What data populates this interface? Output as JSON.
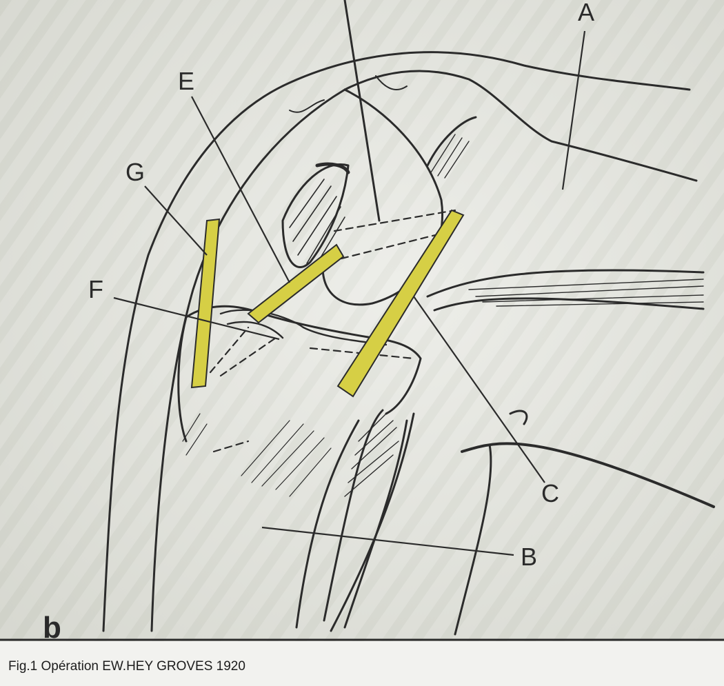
{
  "labels": {
    "a": "A",
    "b": "B",
    "c": "C",
    "e": "E",
    "f": "F",
    "g": "G",
    "panel": "b"
  },
  "caption": "Fig.1 Opération EW.HEY GROVES 1920",
  "colors": {
    "ink": "#2b2b2b",
    "ligament": "#d6cf45",
    "background": "#e6e6e0",
    "paper": "#f2f2ef"
  }
}
